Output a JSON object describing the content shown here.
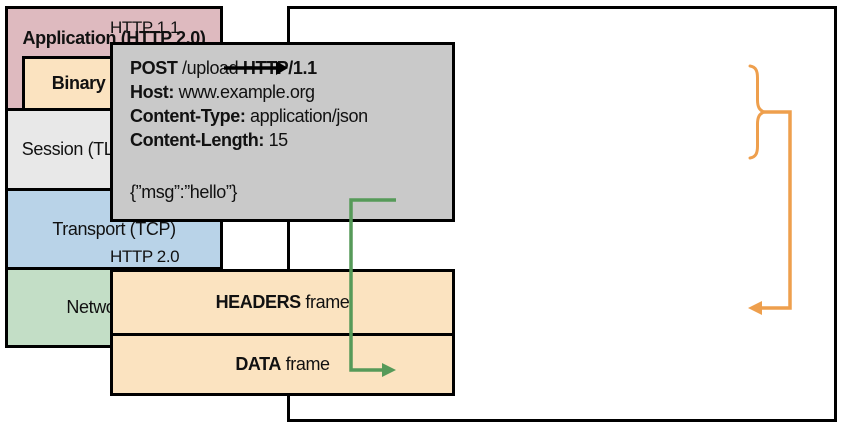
{
  "colors": {
    "application_bg": "#debabf",
    "binary_framing_bg": "#fbe3c0",
    "session_bg": "#e8e8e8",
    "transport_bg": "#b9d3e8",
    "network_bg": "#c3dec6",
    "request_bg": "#c9c9c9",
    "frame_bg": "#fbe3c0",
    "arrow_black": "#000000",
    "arrow_green": "#569a59",
    "arrow_orange": "#ee9f4d"
  },
  "stack": {
    "application_label": "Application (HTTP 2.0)",
    "binary_framing_label": "Binary Framing",
    "session_label": "Session (TLS) (optional)",
    "transport_label": "Transport (TCP)",
    "network_label": "Network (IP)"
  },
  "panel": {
    "http11_label": "HTTP 1.1",
    "http20_label": "HTTP 2.0",
    "request": {
      "line1_method": "POST",
      "line1_path": " /upload ",
      "line1_version": "HTTP/1.1",
      "line2_key": "Host:",
      "line2_value": " www.example.org",
      "line3_key": "Content-Type:",
      "line3_value": " application/json",
      "line4_key": "Content-Length:",
      "line4_value": " 15",
      "body": "{”msg”:”hello”}"
    },
    "frames": {
      "headers_bold": "HEADERS",
      "headers_rest": " frame",
      "data_bold": "DATA",
      "data_rest": " frame"
    }
  }
}
